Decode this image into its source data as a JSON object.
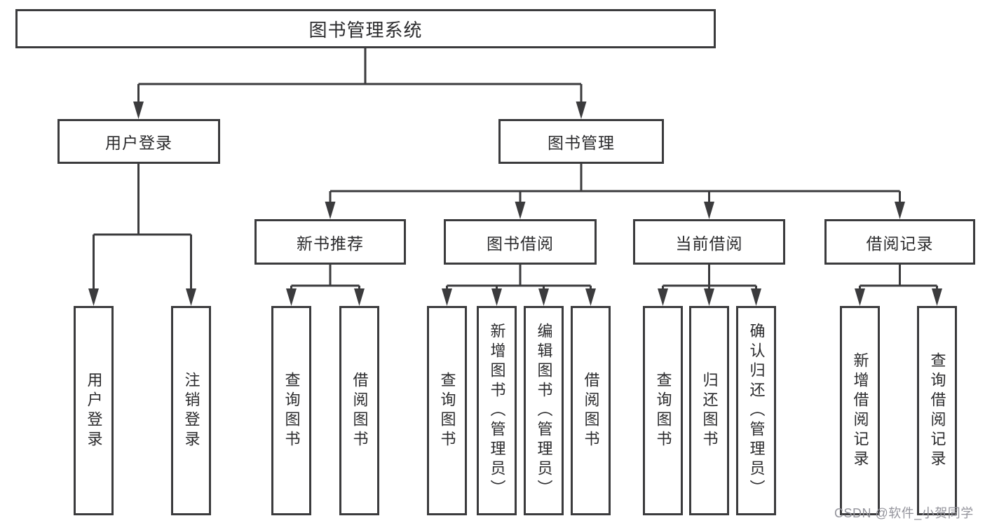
{
  "diagram": {
    "title": "图书管理系统",
    "tree": {
      "label": "图书管理系统",
      "children": [
        {
          "label": "用户登录",
          "children": [
            {
              "label": "用户登录"
            },
            {
              "label": "注销登录"
            }
          ]
        },
        {
          "label": "图书管理",
          "children": [
            {
              "label": "新书推荐",
              "children": [
                {
                  "label": "查询图书"
                },
                {
                  "label": "借阅图书"
                }
              ]
            },
            {
              "label": "图书借阅",
              "children": [
                {
                  "label": "查询图书"
                },
                {
                  "label": "新增图书（管理员）"
                },
                {
                  "label": "编辑图书（管理员）"
                },
                {
                  "label": "借阅图书"
                }
              ]
            },
            {
              "label": "当前借阅",
              "children": [
                {
                  "label": "查询图书"
                },
                {
                  "label": "归还图书"
                },
                {
                  "label": "确认归还（管理员）"
                }
              ]
            },
            {
              "label": "借阅记录",
              "children": [
                {
                  "label": "新增借阅记录"
                },
                {
                  "label": "查询借阅记录"
                }
              ]
            }
          ]
        }
      ]
    }
  },
  "watermark": {
    "text": "CSDN @软件_小贺同学"
  },
  "colors": {
    "line": "#3b3b3d",
    "text": "#2b2b2d",
    "watermark": "#94949c",
    "background": "#ffffff"
  }
}
